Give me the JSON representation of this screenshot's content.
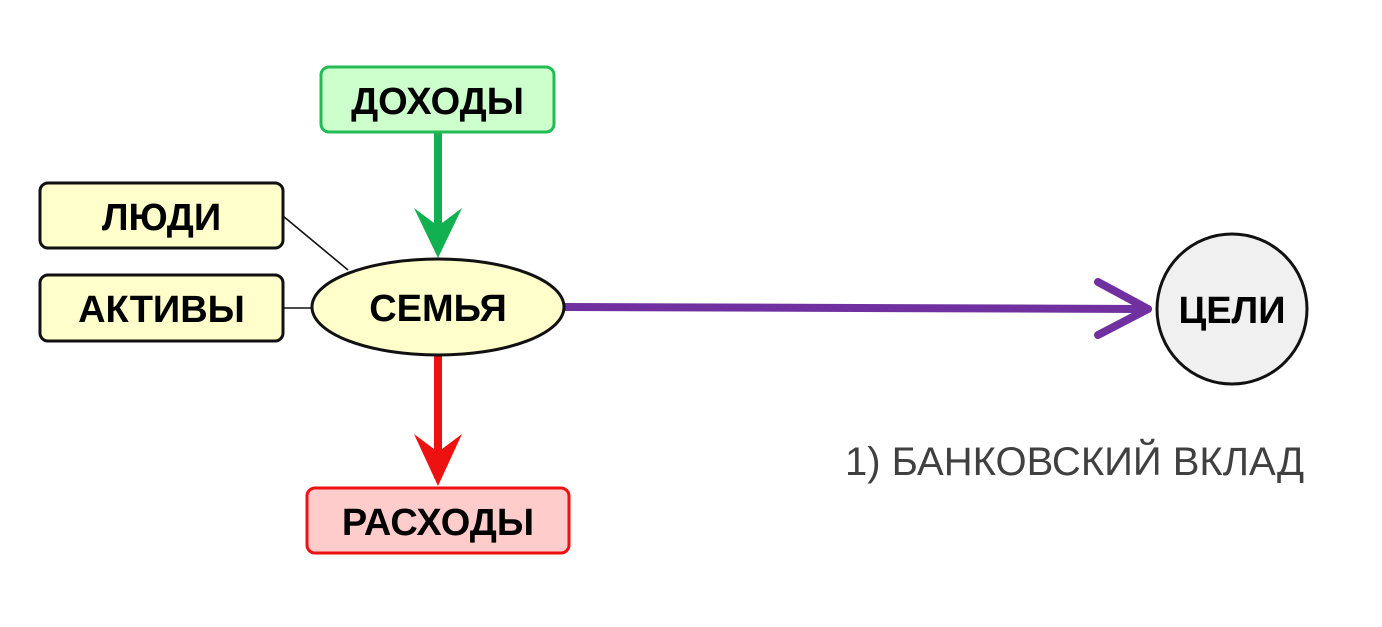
{
  "nodes": {
    "income": {
      "label": "ДОХОДЫ",
      "fill": "#ccffcc",
      "stroke": "#22bb55"
    },
    "people": {
      "label": "ЛЮДИ",
      "fill": "#ffffcc",
      "stroke": "#111111"
    },
    "assets": {
      "label": "АКТИВЫ",
      "fill": "#ffffcc",
      "stroke": "#111111"
    },
    "family": {
      "label": "СЕМЬЯ",
      "fill": "#ffffcc",
      "stroke": "#111111"
    },
    "expenses": {
      "label": "РАСХОДЫ",
      "fill": "#ffcccc",
      "stroke": "#ee1111"
    },
    "goals": {
      "label": "ЦЕЛИ",
      "fill": "#f0f0f0",
      "stroke": "#111111"
    }
  },
  "edges": {
    "income_to_family": {
      "color": "#11b050"
    },
    "family_to_expenses": {
      "color": "#ee1111"
    },
    "family_to_goals": {
      "color": "#7030a0"
    }
  },
  "note": {
    "text": "1) БАНКОВСКИЙ ВКЛАД"
  }
}
